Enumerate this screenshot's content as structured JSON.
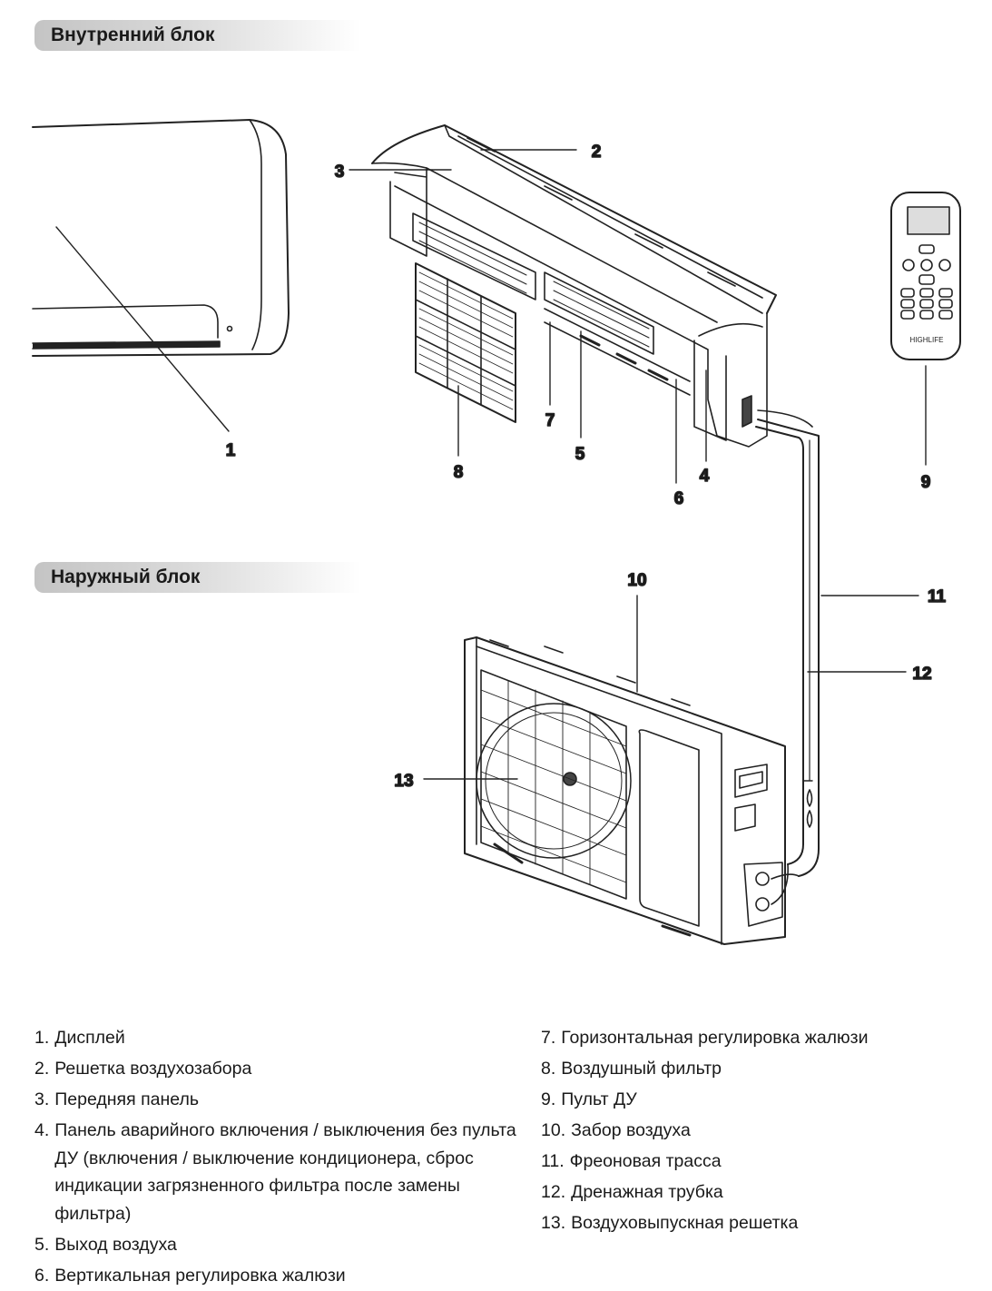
{
  "sections": {
    "indoor_title": "Внутренний блок",
    "outdoor_title": "Наружный блок"
  },
  "callouts": [
    "1",
    "2",
    "3",
    "4",
    "5",
    "6",
    "7",
    "8",
    "9",
    "10",
    "11",
    "12",
    "13"
  ],
  "legend": {
    "left": [
      {
        "num": "1.",
        "text": "Дисплей"
      },
      {
        "num": "2.",
        "text": "Решетка воздухозабора"
      },
      {
        "num": "3.",
        "text": "Передняя панель"
      },
      {
        "num": "4.",
        "text": "Панель аварийного включения / выключения без пульта ДУ (включения / выключение кондиционера, сброс индикации загрязненного фильтра после замены фильтра)"
      },
      {
        "num": "5.",
        "text": "Выход воздуха"
      },
      {
        "num": "6.",
        "text": "Вертикальная регулировка жалюзи"
      }
    ],
    "right": [
      {
        "num": "7.",
        "text": "Горизонтальная регулировка жалюзи"
      },
      {
        "num": "8.",
        "text": "Воздушный фильтр"
      },
      {
        "num": "9.",
        "text": "Пульт ДУ"
      },
      {
        "num": "10.",
        "text": "Забор воздуха"
      },
      {
        "num": "11.",
        "text": "Фреоновая трасса"
      },
      {
        "num": "12.",
        "text": "Дренажная трубка"
      },
      {
        "num": "13.",
        "text": "Воздуховыпускная решетка"
      }
    ]
  },
  "remote": {
    "brand": "HIGHLIFE"
  }
}
